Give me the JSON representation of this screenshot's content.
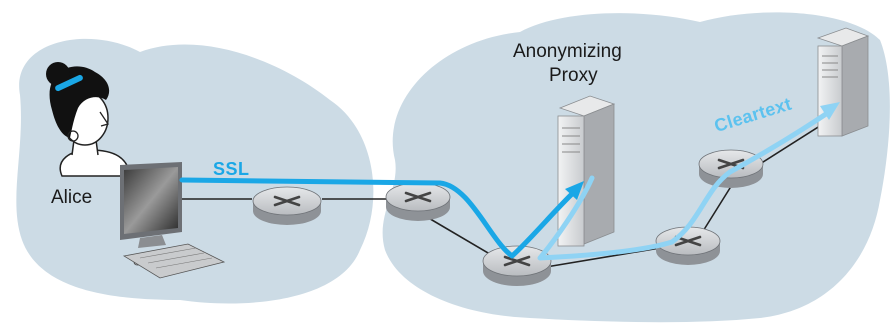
{
  "labels": {
    "person": "Alice",
    "proxy_line1": "Anonymizing",
    "proxy_line2": "Proxy",
    "ssl": "SSL",
    "cleartext": "Cleartext"
  },
  "colors": {
    "cloud": "#ccdbe5",
    "ssl_path": "#1aa7e6",
    "cleartext_path": "#8fd3f4",
    "router_top": "#d3d5d7",
    "router_side": "#9a9ea3",
    "server": "#d9dbdd"
  }
}
